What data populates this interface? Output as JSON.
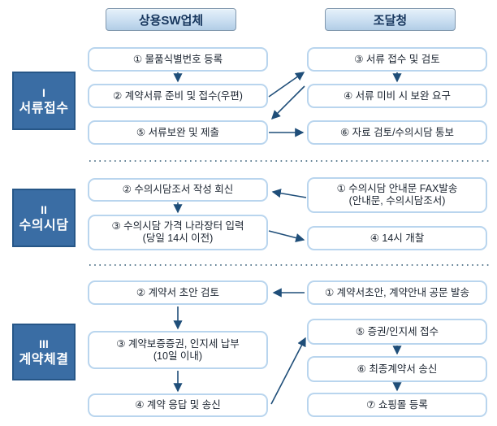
{
  "palette": {
    "arrow": "#1f4e79",
    "box_border": "#b9d5ee",
    "box_text": "#1b2430",
    "section_fill": "#3a6da4",
    "section_border": "#265687",
    "section_text": "#ffffff",
    "header_border": "#8097ad",
    "header_text": "#17365d",
    "header_fill_top": "#e6f1fa",
    "header_fill_bottom": "#b2cde6",
    "divider_dots": "#2c5570"
  },
  "headers": {
    "vendor": "상용SW업체",
    "pps": "조달청"
  },
  "sections": [
    {
      "numeral": "I",
      "label": "서류접수"
    },
    {
      "numeral": "II",
      "label": "수의시담"
    },
    {
      "numeral": "III",
      "label": "계약체결"
    }
  ],
  "boxes": {
    "s1_v1": {
      "line1": "① 물품식별번호 등록"
    },
    "s1_v2": {
      "line1": "② 계약서류 준비 및 접수(우편)"
    },
    "s1_v5": {
      "line1": "⑤ 서류보완 및 제출"
    },
    "s1_p3": {
      "line1": "③ 서류 접수 및 검토"
    },
    "s1_p4": {
      "line1": "④ 서류 미비 시 보완 요구"
    },
    "s1_p6": {
      "line1": "⑥ 자료 검토/수의시담 통보"
    },
    "s2_v2": {
      "line1": "② 수의시담조서 작성 회신"
    },
    "s2_v3": {
      "line1": "③ 수의시담 가격 나라장터 입력",
      "line2": "(당일 14시 이전)"
    },
    "s2_p1": {
      "line1": "① 수의시담 안내문 FAX발송",
      "line2": "(안내문, 수의시담조서)"
    },
    "s2_p4": {
      "line1": "④ 14시 개찰"
    },
    "s3_v2": {
      "line1": "② 계약서 초안 검토"
    },
    "s3_v3": {
      "line1": "③ 계약보증증권, 인지세 납부",
      "line2": "(10일 이내)"
    },
    "s3_v4": {
      "line1": "④ 계약 응답 및 송신"
    },
    "s3_p1": {
      "line1": "① 계약서초안, 계약안내 공문 발송"
    },
    "s3_p5": {
      "line1": "⑤ 증권/인지세 접수"
    },
    "s3_p6": {
      "line1": "⑥ 최종계약서 송신"
    },
    "s3_p7": {
      "line1": "⑦ 쇼핑몰 등록"
    }
  },
  "edges": [
    {
      "from": "s1_v1",
      "to": "s1_v2"
    },
    {
      "from": "s1_v2",
      "to": "s1_p3"
    },
    {
      "from": "s1_p3",
      "to": "s1_p4"
    },
    {
      "from": "s1_p4",
      "to": "s1_v5"
    },
    {
      "from": "s1_v5",
      "to": "s1_p6"
    },
    {
      "from": "s2_p1",
      "to": "s2_v2"
    },
    {
      "from": "s2_v2",
      "to": "s2_v3"
    },
    {
      "from": "s2_v3",
      "to": "s2_p4"
    },
    {
      "from": "s3_p1",
      "to": "s3_v2"
    },
    {
      "from": "s3_v2",
      "to": "s3_v3"
    },
    {
      "from": "s3_v3",
      "to": "s3_v4"
    },
    {
      "from": "s3_v4",
      "to": "s3_p5"
    },
    {
      "from": "s3_p5",
      "to": "s3_p6"
    },
    {
      "from": "s3_p6",
      "to": "s3_p7"
    }
  ]
}
